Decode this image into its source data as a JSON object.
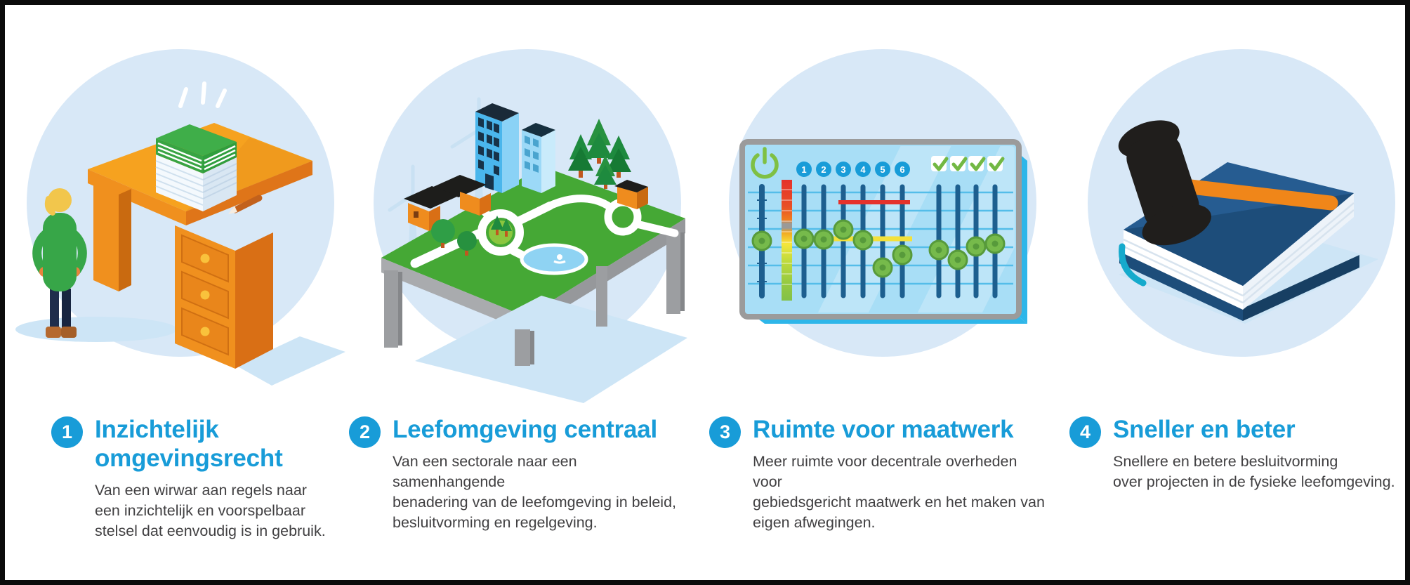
{
  "palette": {
    "accent_blue": "#189cd8",
    "body_text": "#414042",
    "circle_bg": "#d8e8f7",
    "frame_border": "#0b0b0b",
    "shadow_blue": "#cde5f6",
    "orange": "#f6a21f",
    "orange_mid": "#ef8c1e",
    "orange_dark": "#d96f15",
    "figure_green": "#37a648",
    "landscape_green": "#45a835",
    "tree_green": "#1e8a3e",
    "table_grey": "#9c9ea1",
    "panel_blue": "#a8def6",
    "panel_edge_cyan": "#2eb6e9",
    "track_blue": "#1d5f8f",
    "knob_green": "#76ba4b",
    "knob_green_dark": "#579a3b",
    "meter_red": "#e5312b",
    "meter_yellow": "#f3e13b",
    "check_green": "#72b843",
    "book_blue": "#265c91",
    "book_blue_dark": "#1d4d7a",
    "gavel_black": "#201e1c",
    "handle_orange": "#f08619"
  },
  "sections": [
    {
      "number": "1",
      "title": "Inzichtelijk\nomgevingsrecht",
      "body": "Van een wirwar aan regels naar\neen inzichtelijk en voorspelbaar\nstelsel dat eenvoudig is in gebruik.",
      "illustration": "person-at-desk-with-pile-of-rules"
    },
    {
      "number": "2",
      "title": "Leefomgeving centraal",
      "body": "Van een sectorale naar een samenhangende\nbenadering van de leefomgeving in beleid,\nbesluitvorming en regelgeving.",
      "illustration": "model-landscape-on-table"
    },
    {
      "number": "3",
      "title": "Ruimte voor maatwerk",
      "body": "Meer ruimte voor decentrale overheden voor\ngebiedsgericht maatwerk en het maken van\neigen afwegingen.",
      "illustration": "mixing-panel-with-sliders"
    },
    {
      "number": "4",
      "title": "Sneller en beter",
      "body": "Snellere en betere besluitvorming\nover projecten in de fysieke leefomgeving.",
      "illustration": "gavel-on-law-book"
    }
  ],
  "mixer": {
    "channel_numbers": [
      "1",
      "2",
      "3",
      "4",
      "5",
      "6"
    ],
    "check_count": 4
  }
}
